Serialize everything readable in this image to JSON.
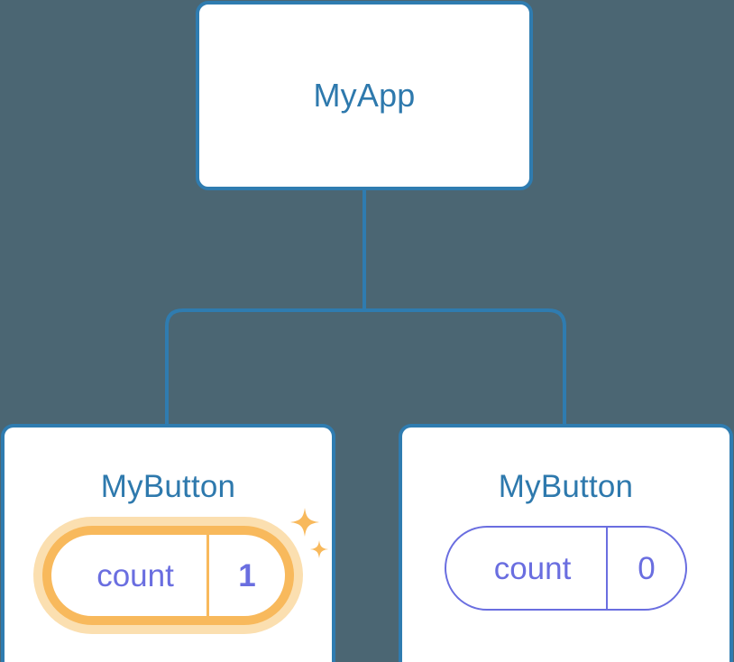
{
  "diagram": {
    "type": "component-tree",
    "background_color": "#4b6673",
    "node_border_color": "#2f7cb0",
    "node_fill_color": "#ffffff",
    "title_color": "#2e79ad",
    "state_color": "#6a6ee0",
    "highlight_color": "#f8b95c",
    "highlight_glow_color": "#fbdfb0",
    "connector_color": "#2f7cb0"
  },
  "root": {
    "title": "MyApp"
  },
  "children": [
    {
      "title": "MyButton",
      "state": {
        "key": "count",
        "value": "1"
      },
      "highlighted": true,
      "sparkle_icons": [
        "sparkle-large-icon",
        "sparkle-small-icon"
      ]
    },
    {
      "title": "MyButton",
      "state": {
        "key": "count",
        "value": "0"
      },
      "highlighted": false
    }
  ]
}
